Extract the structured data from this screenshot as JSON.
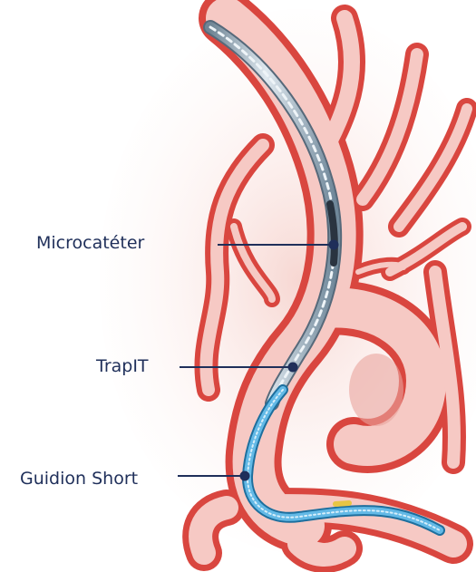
{
  "labels": {
    "microcatheter": "Microcatéter",
    "trapit": "TrapIT",
    "guidion": "Guidion Short"
  },
  "colors": {
    "artery_wall": "#d9463f",
    "artery_lumen": "#f6c9c4",
    "leader_line": "#1f2f5a",
    "catheter": "#9fb4c4",
    "guide": "#4aa3d8"
  }
}
